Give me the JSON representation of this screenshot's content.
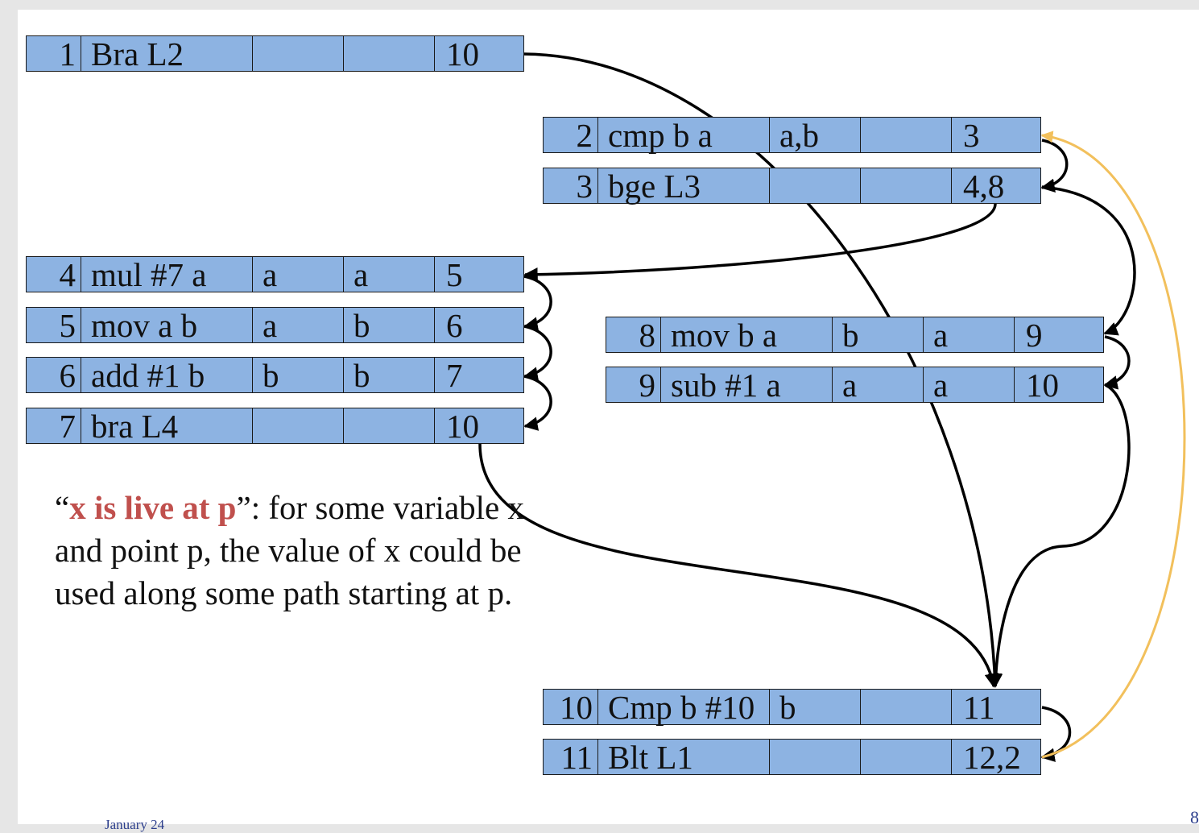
{
  "instructions": [
    {
      "num": "1",
      "op": "Bra L2",
      "use": "",
      "def": "",
      "succ": "10"
    },
    {
      "num": "2",
      "op": "cmp b a",
      "use": "a,b",
      "def": "",
      "succ": "3"
    },
    {
      "num": "3",
      "op": "bge L3",
      "use": "",
      "def": "",
      "succ": "4,8"
    },
    {
      "num": "4",
      "op": "mul #7 a",
      "use": "a",
      "def": "a",
      "succ": "5"
    },
    {
      "num": "5",
      "op": "mov a b",
      "use": "a",
      "def": "b",
      "succ": "6"
    },
    {
      "num": "6",
      "op": "add #1 b",
      "use": "b",
      "def": "b",
      "succ": "7"
    },
    {
      "num": "7",
      "op": "bra L4",
      "use": "",
      "def": "",
      "succ": "10"
    },
    {
      "num": "8",
      "op": "mov b a",
      "use": "b",
      "def": "a",
      "succ": "9"
    },
    {
      "num": "9",
      "op": "sub #1 a",
      "use": "a",
      "def": "a",
      "succ": "10"
    },
    {
      "num": "10",
      "op": "Cmp b #10",
      "use": "b",
      "def": "",
      "succ": "11"
    },
    {
      "num": "11",
      "op": "Blt L1",
      "use": "",
      "def": "",
      "succ": "12,2"
    }
  ],
  "caption": {
    "open_quote": "“",
    "highlight": "x is live at p",
    "close_quote": "”",
    "text": ": for some variable x and point p, the value of x could be used along some path starting at p."
  },
  "footer": {
    "date": "January 24",
    "page": "8"
  },
  "colors": {
    "row_fill": "#8db3e2",
    "highlight": "#c0504d",
    "arrow": "#000000",
    "back_edge": "#f2c05c"
  }
}
